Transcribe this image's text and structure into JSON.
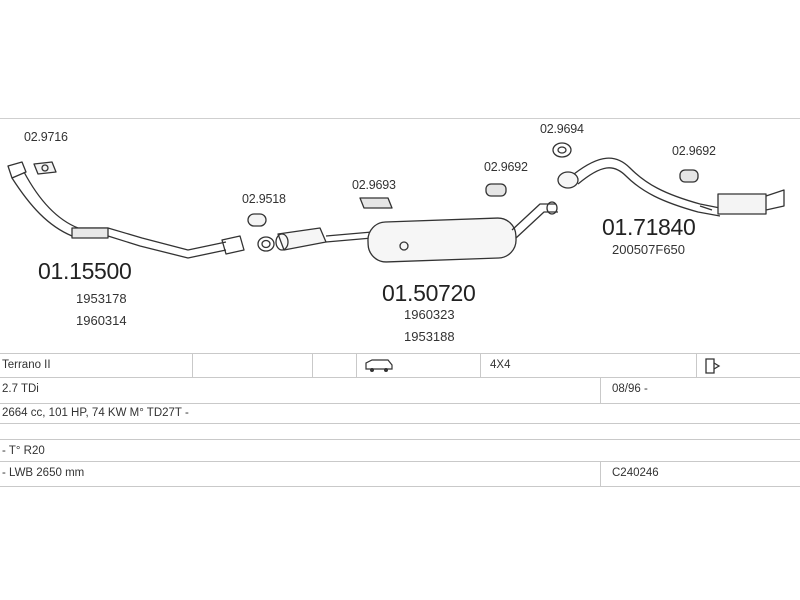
{
  "parts": {
    "pipe_front": {
      "main": "01.15500",
      "refs": [
        "1953178",
        "1960314"
      ]
    },
    "middle_silencer": {
      "main": "01.50720",
      "refs": [
        "1960323",
        "1953188"
      ]
    },
    "rear_silencer": {
      "main": "01.71840",
      "refs": [
        "200507F650"
      ]
    },
    "fittings": [
      "02.9716",
      "02.9518",
      "02.9693",
      "02.9692",
      "02.9694",
      "02.9692"
    ]
  },
  "vehicle": {
    "model": "Terrano II",
    "drive": "4X4",
    "engine": "2.7 TDi",
    "date": "08/96 -",
    "spec": "2664 cc, 101 HP, 74 KW M° TD27T -",
    "type": "- T° R20",
    "wheelbase": "- LWB 2650 mm",
    "code": "C240246"
  },
  "icons": {
    "vehicle": "van-icon",
    "document": "document-icon"
  }
}
